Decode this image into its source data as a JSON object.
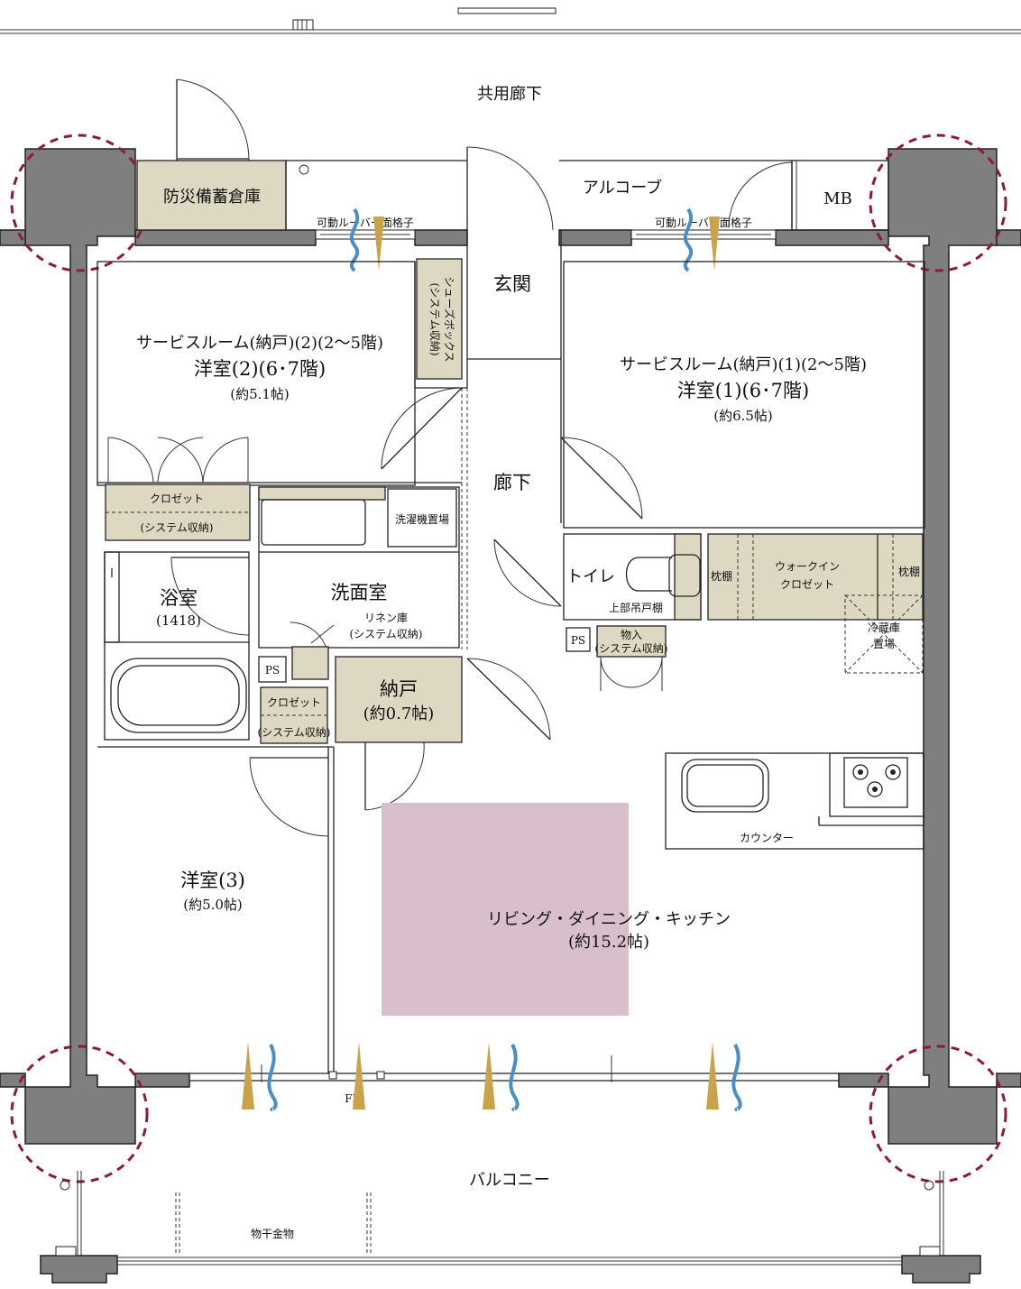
{
  "header": {
    "corridor": "共用廊下",
    "louver_left": "可動ルーバー面格子",
    "louver_right": "可動ルーバー面格子"
  },
  "rooms": {
    "disaster_storage": "防災備蓄倉庫",
    "alcove": "アルコーブ",
    "mb": "MB",
    "genkan": "玄関",
    "shoes_box": "シューズボックス",
    "shoes_box_sub": "(システム収納)",
    "room2": {
      "line1": "サービスルーム(納戸)(2)(2〜5階)",
      "line2": "洋室(2)(6･7階)",
      "area": "(約5.1帖)"
    },
    "room1": {
      "line1": "サービスルーム(納戸)(1)(2〜5階)",
      "line2": "洋室(1)(6･7階)",
      "area": "(約6.5帖)"
    },
    "hallway": "廊下",
    "closet_a": {
      "label": "クロゼット",
      "sub": "(システム収納)"
    },
    "washer": "洗濯機置場",
    "bathroom": {
      "label": "浴室",
      "size": "(1418)"
    },
    "washroom": "洗面室",
    "linen": {
      "label": "リネン庫",
      "sub": "(システム収納)"
    },
    "ps_left": "PS",
    "ps_right": "PS",
    "closet_b": {
      "label": "クロゼット",
      "sub": "(システム収納)"
    },
    "nando": {
      "label": "納戸",
      "area": "(約0.7帖)"
    },
    "toilet": "トイレ",
    "upper_shelf": "上部吊戸棚",
    "pillow_left": "枕棚",
    "pillow_right": "枕棚",
    "wic": {
      "line1": "ウォークイン",
      "line2": "クロゼット"
    },
    "storage": {
      "label": "物入",
      "sub": "(システム収納)"
    },
    "fridge": {
      "line1": "冷蔵庫",
      "line2": "置場"
    },
    "counter": "カウンター",
    "room3": {
      "label": "洋室(3)",
      "area": "(約5.0帖)"
    },
    "ldk": {
      "label": "リビング・ダイニング・キッチン",
      "area": "(約15.2帖)"
    }
  },
  "footer": {
    "fix": "FIX",
    "balcony": "バルコニー",
    "clothes_pole": "物干金物"
  },
  "colors": {
    "wall": "#7f7f7f",
    "storage_fill": "#ddd8c2",
    "highlight": "#d9bfcb",
    "circle": "#8b1a3b",
    "wind_in": "#c9a24a",
    "wind_out": "#4a8ec6"
  }
}
